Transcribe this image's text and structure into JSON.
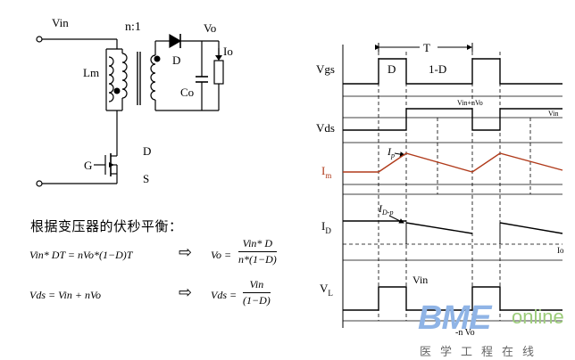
{
  "circuit": {
    "vin_label": "Vin",
    "ratio_label": "n:1",
    "lm_label": "Lm",
    "vo_label": "Vo",
    "io_label": "Io",
    "co_label": "Co",
    "diode_label": "D",
    "gate_label": "G",
    "drain_label": "D",
    "source_label": "S"
  },
  "equations": {
    "balance_title": "根据变压器的伏秒平衡：",
    "eq1_lhs": "Vin* DT = nVo*(1−D)T",
    "eq1_arrow": "⇨",
    "eq1_result_lhs": "Vo =",
    "eq1_num": "Vin* D",
    "eq1_den": "n*(1−D)",
    "eq2_lhs": "Vds = Vin + nVo",
    "eq2_arrow": "⇨",
    "eq2_result_lhs": "Vds =",
    "eq2_num": "Vin",
    "eq2_den": "(1−D)"
  },
  "waveforms": {
    "period_label": "T",
    "on_label": "D",
    "off_label": "1-D",
    "vgs_label": "Vgs",
    "vds_label": "Vds",
    "vds_high_label": "Vin+nVo",
    "vds_low_label": "Vin",
    "im_label": "I",
    "im_sub": "m",
    "ip_label": "I",
    "ip_sub": "p",
    "id_label": "I",
    "id_sub": "D",
    "idp_label": "I",
    "idp_sub": "D-p",
    "io_line_label": "Io",
    "vl_label": "V",
    "vl_sub": "L",
    "vl_high_label": "Vin",
    "vl_low_label": "-n Vo",
    "im_color": "#b03a1a"
  },
  "logo": {
    "brand": "BME",
    "suffix": "online",
    "subtitle": "医学工程在线"
  }
}
